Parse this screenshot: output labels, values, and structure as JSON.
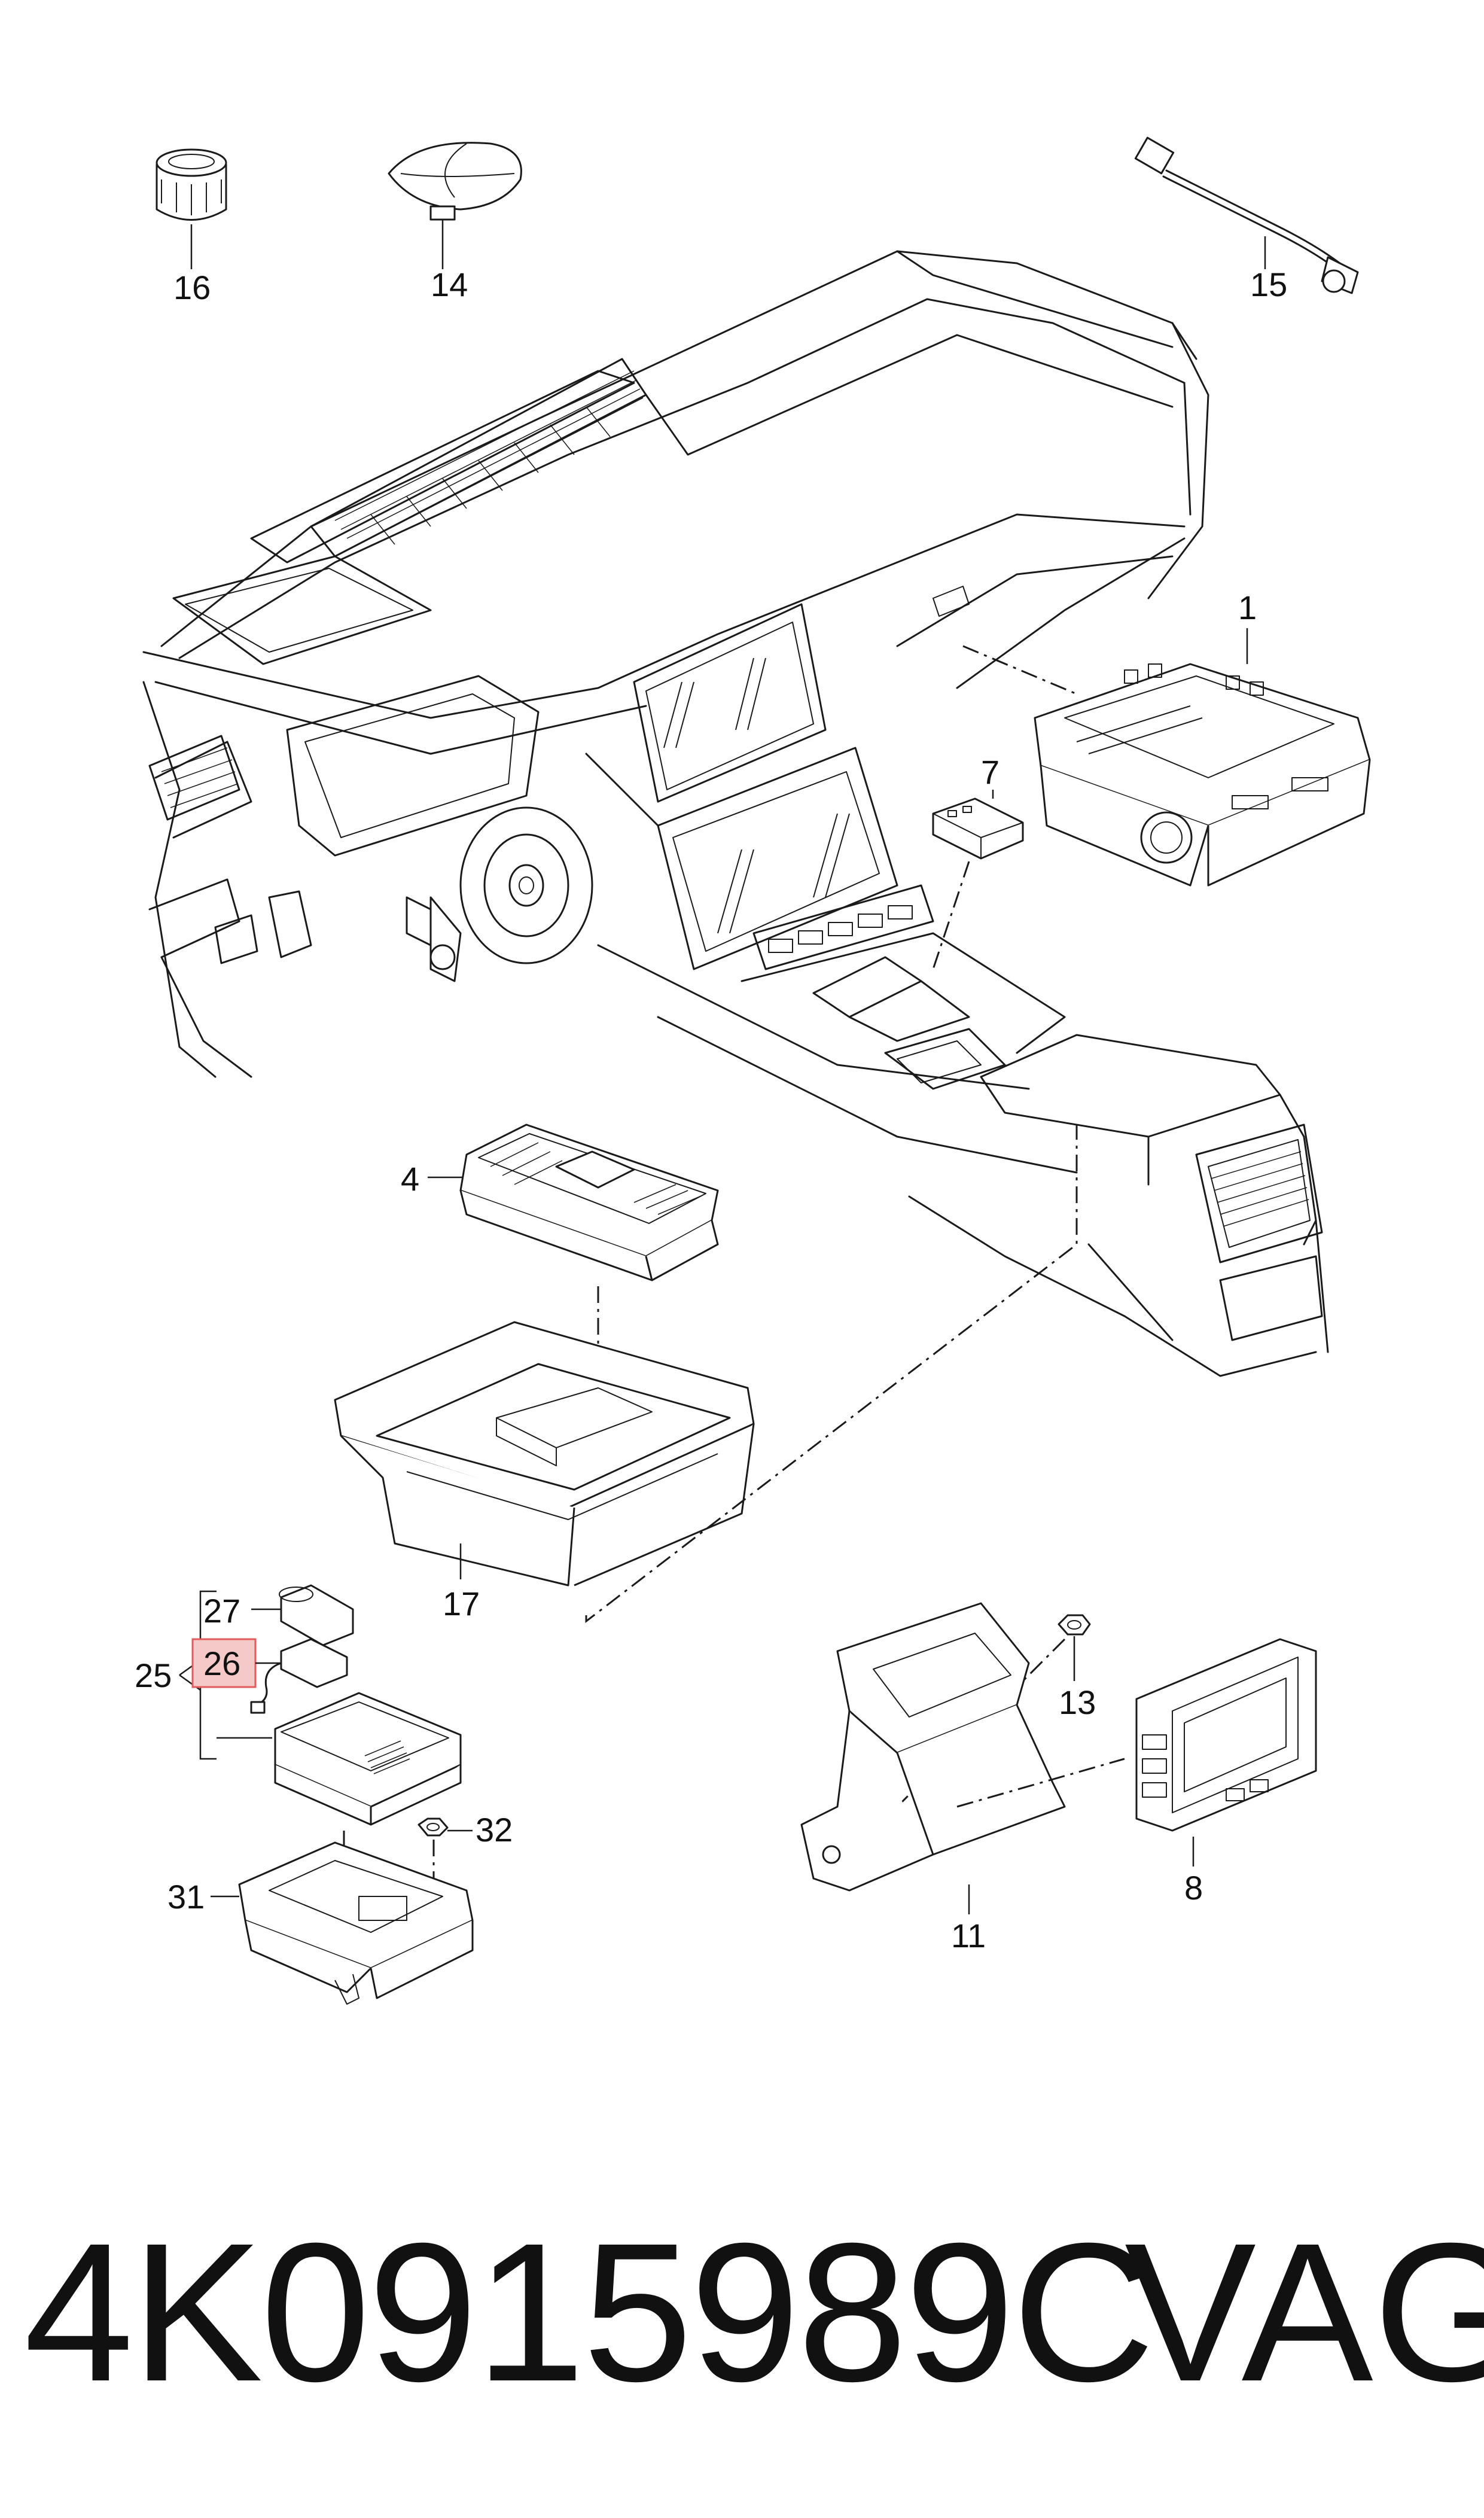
{
  "diagram": {
    "callouts": {
      "c1": "1",
      "c4": "4",
      "c7": "7",
      "c8": "8",
      "c11": "11",
      "c13": "13",
      "c14": "14",
      "c15": "15",
      "c16": "16",
      "c17": "17",
      "c25": "25",
      "c26": "26",
      "c27": "27",
      "c31": "31",
      "c32": "32"
    },
    "highlight_color": "#e25b5b"
  },
  "footer": {
    "part_number": "4K0915989C",
    "brand": "VAG"
  }
}
